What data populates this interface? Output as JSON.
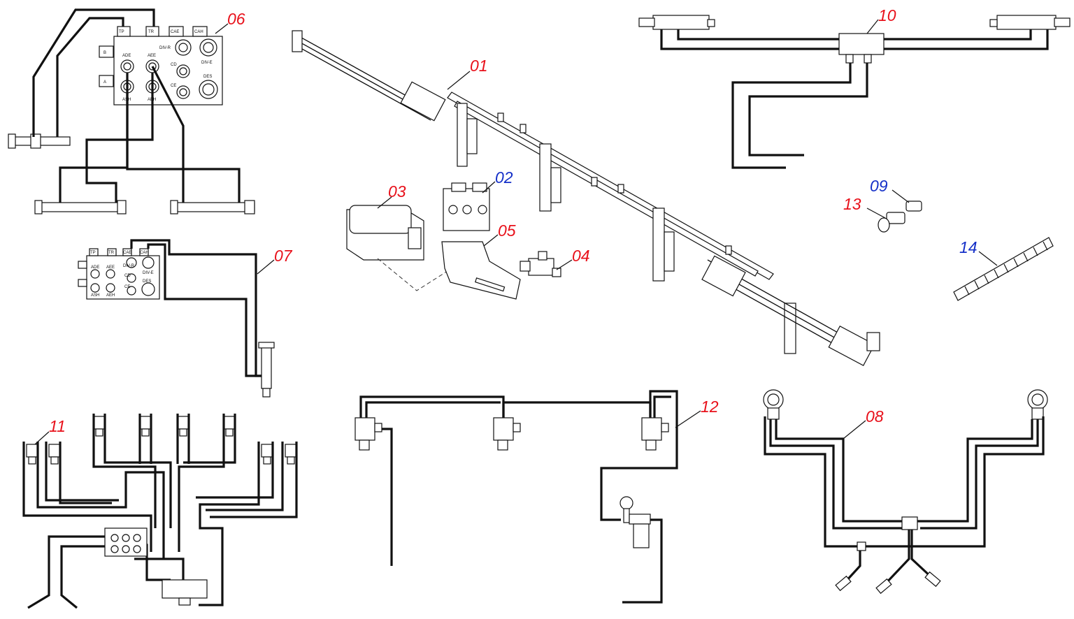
{
  "colors": {
    "label_red": "#e8101a",
    "label_blue": "#1530c8",
    "line": "#111111",
    "background": "#ffffff"
  },
  "callouts": {
    "c01": "01",
    "c02": "02",
    "c03": "03",
    "c04": "04",
    "c05": "05",
    "c06": "06",
    "c07": "07",
    "c08": "08",
    "c09": "09",
    "c10": "10",
    "c11": "11",
    "c12": "12",
    "c13": "13",
    "c14": "14"
  },
  "block06": {
    "port_tp": "TP",
    "port_tr": "TR",
    "port_cae": "CAE",
    "port_cah": "CAH",
    "port_ade": "ADE",
    "port_aee": "AEE",
    "port_ash": "ASH",
    "port_aeh": "AEH",
    "port_divr": "DIV-R",
    "port_dive": "DIV-E",
    "port_cd": "CD",
    "port_ce": "CE",
    "port_des": "DES",
    "port_b": "B",
    "port_a": "A"
  },
  "block07": {
    "port_tp": "TP",
    "port_tr": "TR",
    "port_cae": "CAE",
    "port_cah": "CAH",
    "port_ade": "ADE",
    "port_aee": "AEE",
    "port_ash": "ASH",
    "port_aeh": "AEH",
    "port_divr": "DIV-R",
    "port_dive": "DIV-E",
    "port_cd": "CD",
    "port_ce": "CE",
    "port_des": "DES"
  }
}
